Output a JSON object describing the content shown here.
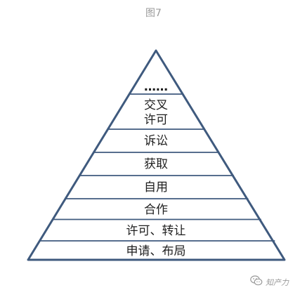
{
  "figure": {
    "caption": "图7"
  },
  "pyramid": {
    "levels_top_to_bottom": [
      {
        "id": "apex",
        "label": "……"
      },
      {
        "id": "cross-license",
        "label": "交叉",
        "label_line2": "许可"
      },
      {
        "id": "litigation",
        "label": "诉讼"
      },
      {
        "id": "acquire",
        "label": "获取"
      },
      {
        "id": "self-use",
        "label": "自用"
      },
      {
        "id": "cooperation",
        "label": "合作"
      },
      {
        "id": "license-transfer",
        "label": "许可、转让"
      },
      {
        "id": "apply-layout",
        "label": "申请、布局"
      }
    ]
  },
  "watermark": {
    "text": "知产力",
    "icon": "wechat-icon"
  },
  "colors": {
    "outline": "#3f5a7e",
    "text": "#1f1f1f"
  }
}
